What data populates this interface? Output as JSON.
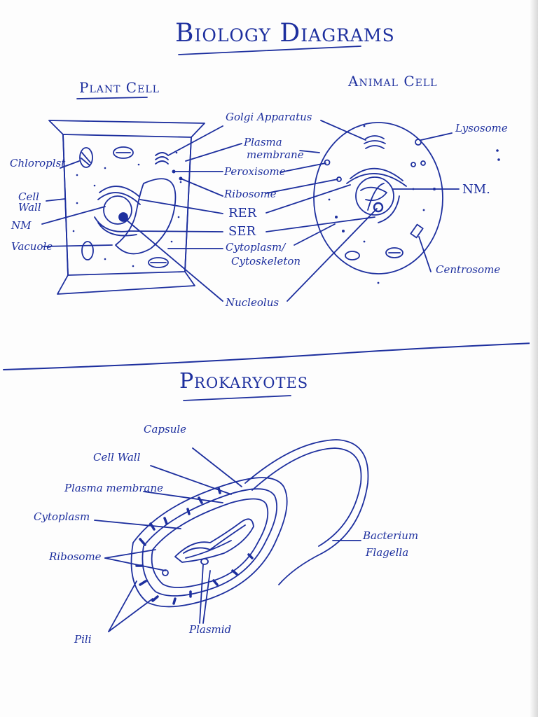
{
  "titles": {
    "main": "Biology Diagrams",
    "plant": "Plant Cell",
    "animal": "Animal Cell",
    "prokaryotes": "Prokaryotes"
  },
  "plant_labels": {
    "chloroplast": "Chloroplst",
    "cell_wall": "Cell Wall",
    "nm": "NM",
    "vacuole": "Vacuole"
  },
  "shared_labels": {
    "golgi": "Golgi Apparatus",
    "plasma1": "Plasma",
    "plasma2": "membrane",
    "peroxisome": "Peroxisome",
    "ribosome": "Ribosome",
    "rer": "RER",
    "ser": "SER",
    "cytoplasm1": "Cytoplasm/",
    "cytoplasm2": "Cytoskeleton",
    "nucleolus": "Nucleolus"
  },
  "animal_labels": {
    "lysosome": "Lysosome",
    "nm": "NM.",
    "centrosome": "Centrosome"
  },
  "prok_labels": {
    "capsule": "Capsule",
    "cell_wall": "Cell Wall",
    "plasma": "Plasma membrane",
    "cytoplasm": "Cytoplasm",
    "ribosome": "Ribosome",
    "pili": "Pili",
    "plasmid": "Plasmid",
    "flag1": "Bacterium",
    "flag2": "Flagella"
  },
  "colors": {
    "ink": "#1d2f9e",
    "paper": "#fdfdfd"
  }
}
